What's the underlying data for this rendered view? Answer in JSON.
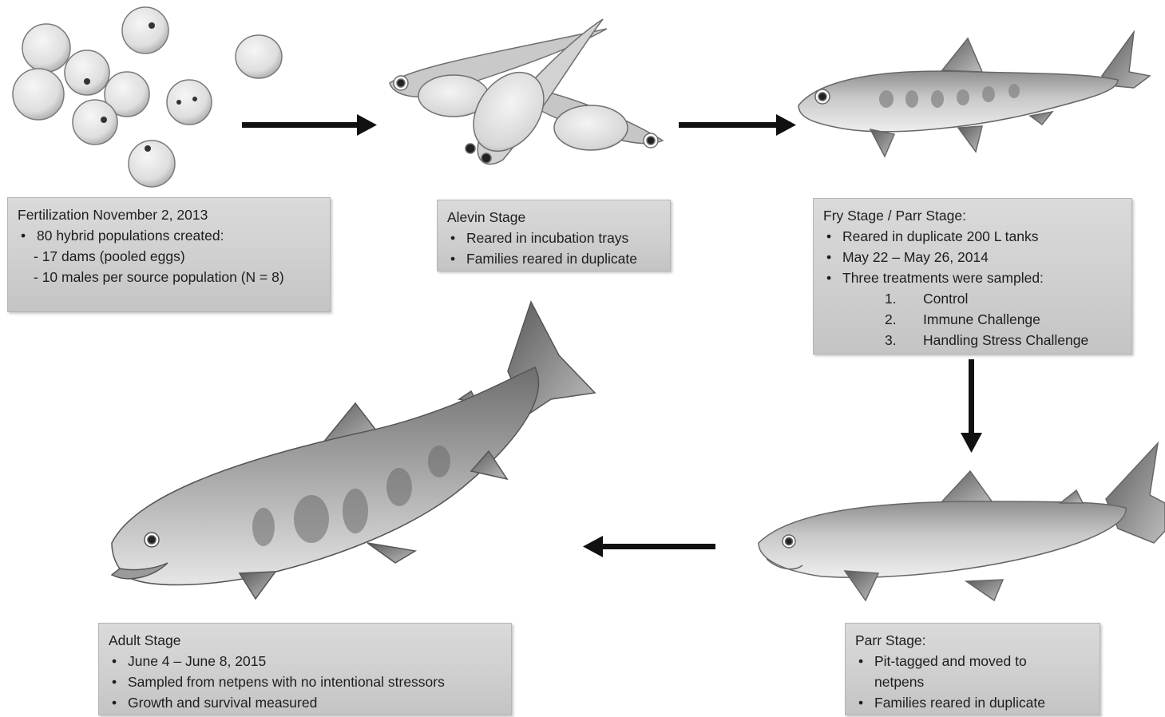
{
  "stages": {
    "fertilization": {
      "title": "Fertilization November 2, 2013",
      "bullet": "80 hybrid populations created:",
      "sub_items": [
        "- 17 dams (pooled eggs)",
        "- 10 males per source population (N = 8)"
      ]
    },
    "alevin": {
      "title": "Alevin Stage",
      "bullets": [
        "Reared in incubation trays",
        "Families reared in duplicate"
      ]
    },
    "fry_parr": {
      "title": "Fry Stage / Parr Stage:",
      "bullets": [
        "Reared in duplicate 200 L tanks",
        "May 22 – May 26, 2014",
        "Three treatments were sampled:"
      ],
      "treatments": [
        {
          "num": "1.",
          "label": "Control"
        },
        {
          "num": "2.",
          "label": "Immune  Challenge"
        },
        {
          "num": "3.",
          "label": "Handling Stress Challenge"
        }
      ]
    },
    "parr": {
      "title": "Parr Stage:",
      "bullets": [
        "Pit-tagged and moved to netpens",
        "Families reared in duplicate"
      ]
    },
    "adult": {
      "title": "Adult Stage",
      "bullets": [
        "June 4 – June 8, 2015",
        "Sampled from netpens with no intentional stressors",
        "Growth  and survival measured"
      ]
    }
  },
  "colors": {
    "box_fill": "#d0d0d0",
    "arrow": "#111111",
    "fish_body": "#c8c8c8",
    "egg": "#e4e4e4"
  },
  "icons": [
    "egg-cluster",
    "alevin-illustration",
    "fry-illustration",
    "parr-illustration",
    "adult-salmon-illustration"
  ]
}
